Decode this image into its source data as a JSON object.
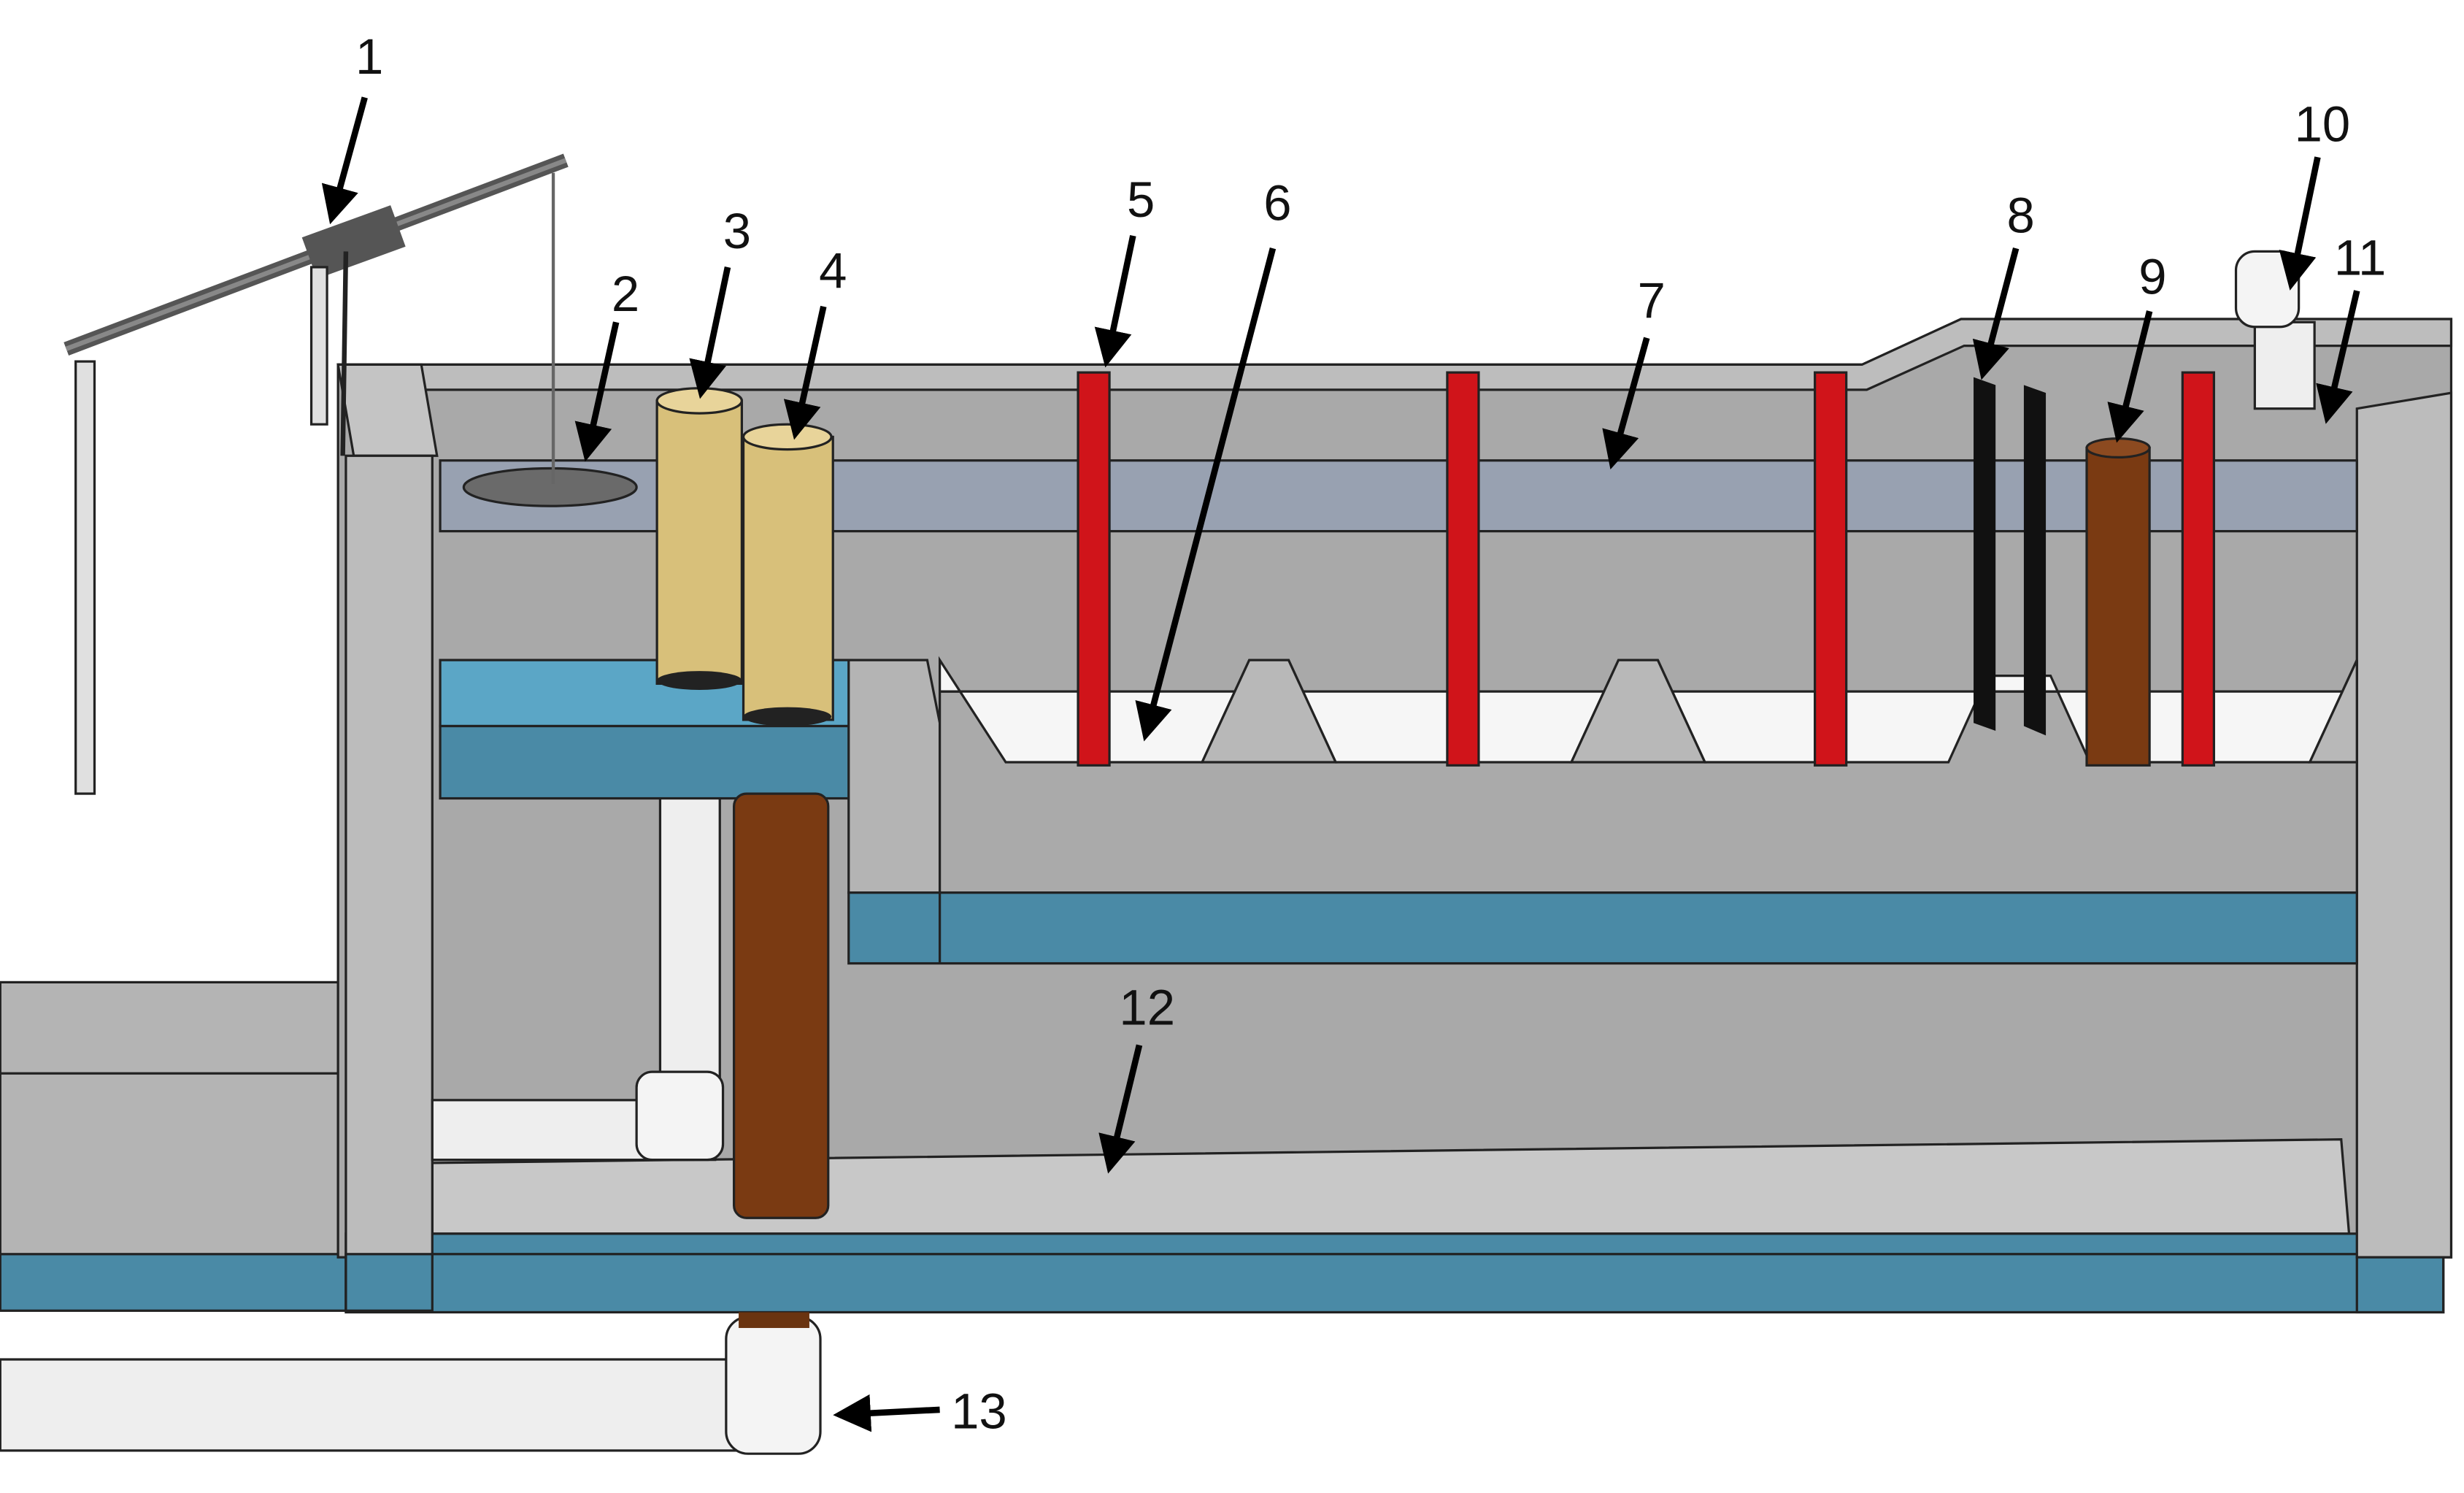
{
  "figure": {
    "labels": [
      "1",
      "2",
      "3",
      "4",
      "5",
      "6",
      "7",
      "8",
      "9",
      "10",
      "11",
      "12",
      "13"
    ],
    "colors": {
      "concrete": "#a8a8a8",
      "concrete_light": "#c4c4c4",
      "blue_band": "#4a8aa6",
      "water": "#8e9cb8",
      "red_pipe": "#d0141a",
      "yellow_cylinder": "#d8c07a",
      "brown_pipe": "#7a3a12",
      "white_pipe": "#eeeeee"
    }
  }
}
